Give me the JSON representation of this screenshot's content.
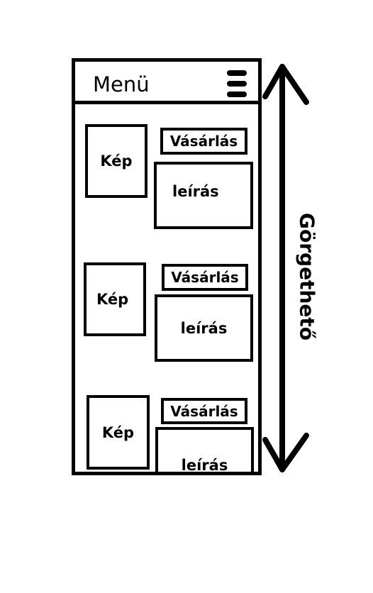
{
  "header": {
    "menu_label": "Menü"
  },
  "items": [
    {
      "image_label": "Kép",
      "buy_label": "Vásárlás",
      "description_label": "leírás"
    },
    {
      "image_label": "Kép",
      "buy_label": "Vásárlás",
      "description_label": "leírás"
    },
    {
      "image_label": "Kép",
      "buy_label": "Vásárlás",
      "description_label": "leírás"
    }
  ],
  "scroll": {
    "label": "Görgethető"
  },
  "icons": {
    "menu": "hamburger-icon",
    "scroll": "double-arrow-icon"
  },
  "colors": {
    "stroke": "#000000",
    "background": "#ffffff"
  }
}
